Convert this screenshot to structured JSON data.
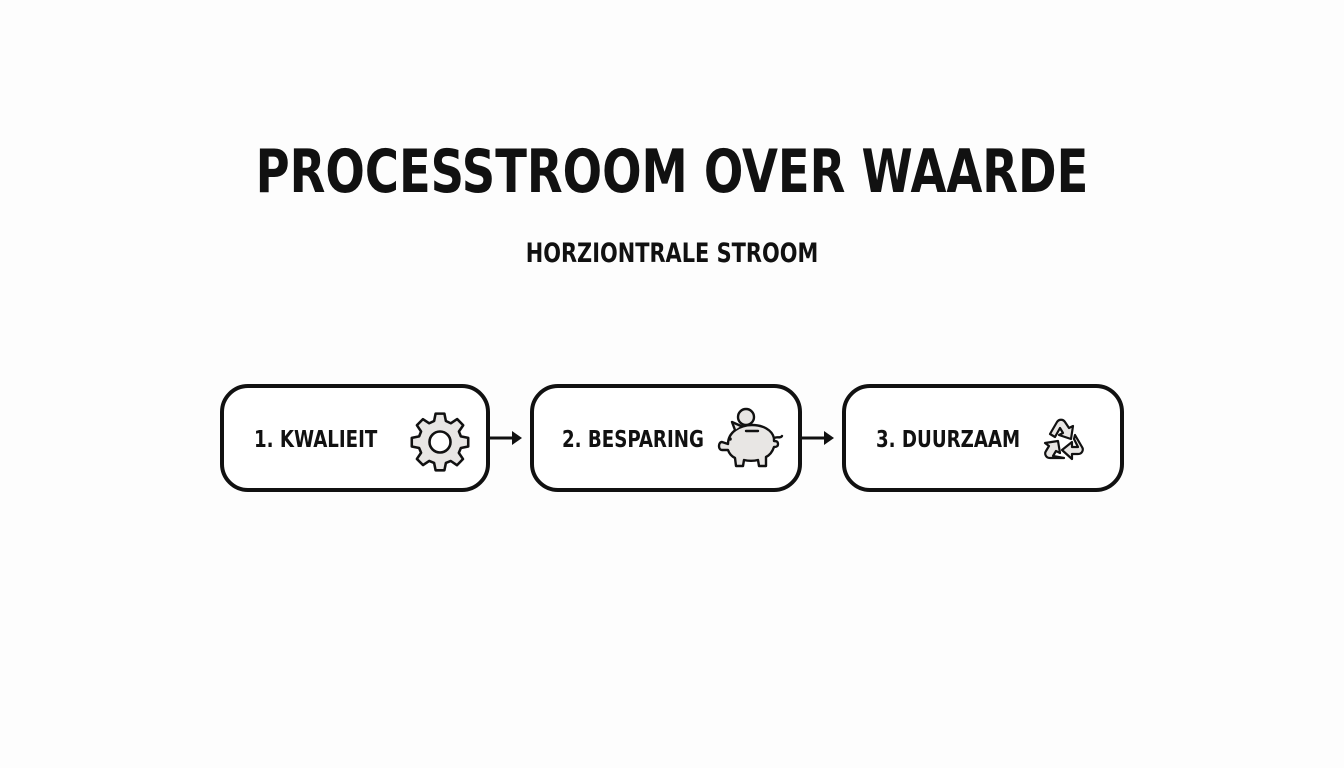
{
  "title": "PROCESSTROOM OVER WAARDE",
  "subtitle": "HORZIONTRALE STROOM",
  "steps": [
    {
      "label": "1. KWALIEIT",
      "icon": "gear-icon"
    },
    {
      "label": "2. BESPARING",
      "icon": "piggy-bank-icon"
    },
    {
      "label": "3. DUURZAAM",
      "icon": "recycle-icon"
    }
  ],
  "colors": {
    "stroke": "#111111",
    "icon_fill": "#e8e6e4",
    "background": "#fdfdfd"
  }
}
